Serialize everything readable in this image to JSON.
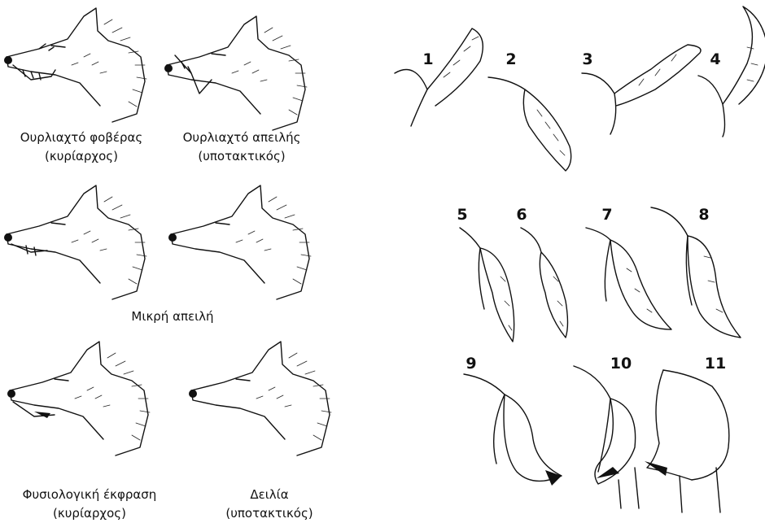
{
  "faces": [
    {
      "line1": "Ουρλιαχτό φοβέρας",
      "line2": "(κυρίαρχος)"
    },
    {
      "line1": "Ουρλιαχτό απειλής",
      "line2": "(υποτακτικός)"
    },
    {
      "line1": "Μικρή απειλή",
      "line2": ""
    },
    {
      "line1": "Φυσιολογική έκφραση",
      "line2": "(κυρίαρχος)"
    },
    {
      "line1": "Δειλία",
      "line2": "(υποτακτικός)"
    }
  ],
  "tail_numbers": [
    "1",
    "2",
    "3",
    "4",
    "5",
    "6",
    "7",
    "8",
    "9",
    "10",
    "11"
  ]
}
